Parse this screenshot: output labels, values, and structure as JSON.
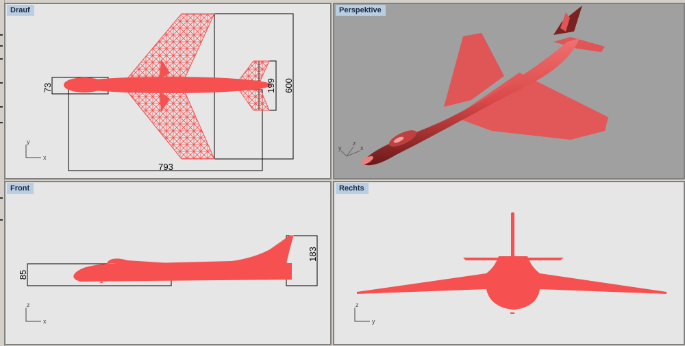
{
  "viewports": [
    {
      "id": "top",
      "title": "Drauf",
      "background": "#e6e6e6",
      "display_mode": "wireframe",
      "dimensions": {
        "fuselage_height": "73",
        "length": "793",
        "tailplane_span": "199",
        "wingspan": "600"
      },
      "axes": {
        "vertical": "y",
        "horizontal": "x"
      }
    },
    {
      "id": "perspective",
      "title": "Perspektive",
      "background": "#a0a0a0",
      "display_mode": "shaded",
      "axes": {
        "a": "y",
        "b": "z",
        "c": "x"
      }
    },
    {
      "id": "front",
      "title": "Front",
      "background": "#e6e6e6",
      "display_mode": "wireframe",
      "dimensions": {
        "fuselage_height": "85",
        "tail_height": "183"
      },
      "axes": {
        "vertical": "z",
        "horizontal": "x"
      }
    },
    {
      "id": "right",
      "title": "Rechts",
      "background": "#e6e6e6",
      "display_mode": "wireframe",
      "axes": {
        "vertical": "z",
        "horizontal": "y"
      }
    }
  ],
  "colors": {
    "model": "#f65050",
    "model_shaded": "#d94848",
    "title_tab": "#b9cde3",
    "dimension_line": "#000000"
  }
}
